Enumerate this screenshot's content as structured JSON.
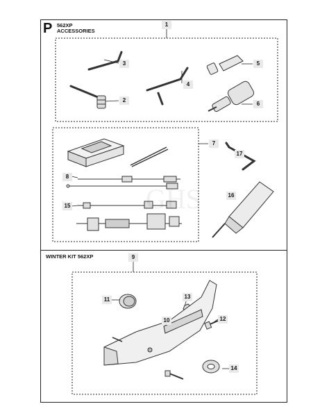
{
  "header": {
    "section_letter": "P",
    "model": "562XP",
    "title": "ACCESSORIES"
  },
  "winter_kit": {
    "title": "WINTER KIT 562XP"
  },
  "callouts": [
    "1",
    "2",
    "3",
    "4",
    "5",
    "6",
    "7",
    "8",
    "15",
    "16",
    "17",
    "9",
    "10",
    "11",
    "12",
    "13",
    "14"
  ],
  "watermark": "GHS"
}
